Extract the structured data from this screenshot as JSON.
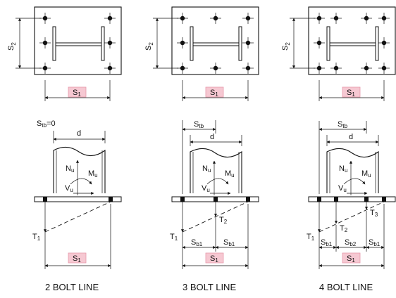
{
  "labels": {
    "s1": "S",
    "s1_sub": "1",
    "s2": "S",
    "s2_sub": "2",
    "stb0": "S",
    "stb0_sub": "tb",
    "stb0_eq": "=0",
    "stb": "S",
    "stb_sub": "tb",
    "d": "d",
    "N": "N",
    "M": "M",
    "V": "V",
    "u_sub": "u",
    "T": "T",
    "t1_sub": "1",
    "t2_sub": "2",
    "t3_sub": "3",
    "sb": "S",
    "sb1_sub": "b1",
    "sb2_sub": "b2"
  },
  "captions": [
    "2 BOLT LINE",
    "3 BOLT LINE",
    "4 BOLT LINE"
  ],
  "colors": {
    "highlight": "#f6c8d2",
    "line": "#111111"
  }
}
